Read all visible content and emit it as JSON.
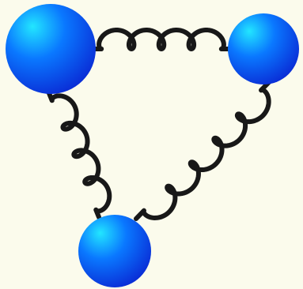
{
  "colors": {
    "background": "#fbfbec",
    "spring": "#181818",
    "sphere_highlight": "#22e6ff",
    "sphere_mid": "#0a78ff",
    "sphere_shadow": "#0a2dd6"
  },
  "diagram": {
    "spheres": [
      {
        "name": "sphere-top-left",
        "size": "large"
      },
      {
        "name": "sphere-top-right",
        "size": "medium"
      },
      {
        "name": "sphere-bottom",
        "size": "medium"
      }
    ],
    "springs": [
      {
        "name": "spring-top",
        "from": "sphere-top-left",
        "to": "sphere-top-right",
        "coils": 4
      },
      {
        "name": "spring-left",
        "from": "sphere-top-left",
        "to": "sphere-bottom",
        "coils": 4
      },
      {
        "name": "spring-right",
        "from": "sphere-top-right",
        "to": "sphere-bottom",
        "coils": 5
      }
    ]
  }
}
